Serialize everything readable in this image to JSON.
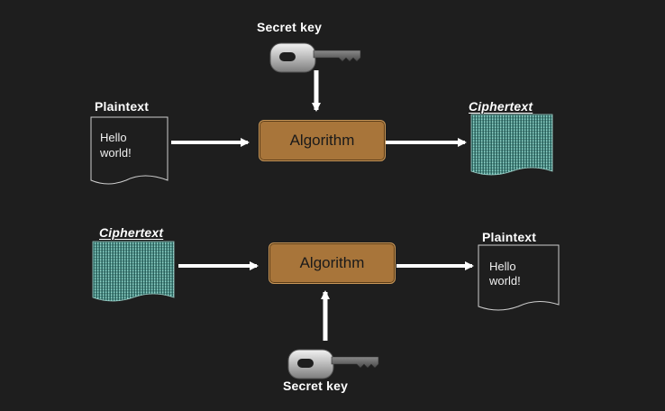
{
  "encryption": {
    "key_label": "Secret key",
    "input_label": "Plaintext",
    "input_text_line1": "Hello",
    "input_text_line2": "world!",
    "algorithm_label": "Algorithm",
    "output_label": "Ciphertext"
  },
  "decryption": {
    "input_label": "Ciphertext",
    "algorithm_label": "Algorithm",
    "output_label": "Plaintext",
    "output_text_line1": "Hello",
    "output_text_line2": "world!",
    "key_label": "Secret key"
  },
  "colors": {
    "background": "#1e1e1e",
    "algorithm_box": "#a8753a",
    "arrow": "#ffffff",
    "cipher_fill": "#3d7f7a",
    "key_metal": "#c8c8c8"
  },
  "icons": [
    "key-icon",
    "plaintext-document-icon",
    "ciphertext-document-icon",
    "arrow-icon"
  ]
}
